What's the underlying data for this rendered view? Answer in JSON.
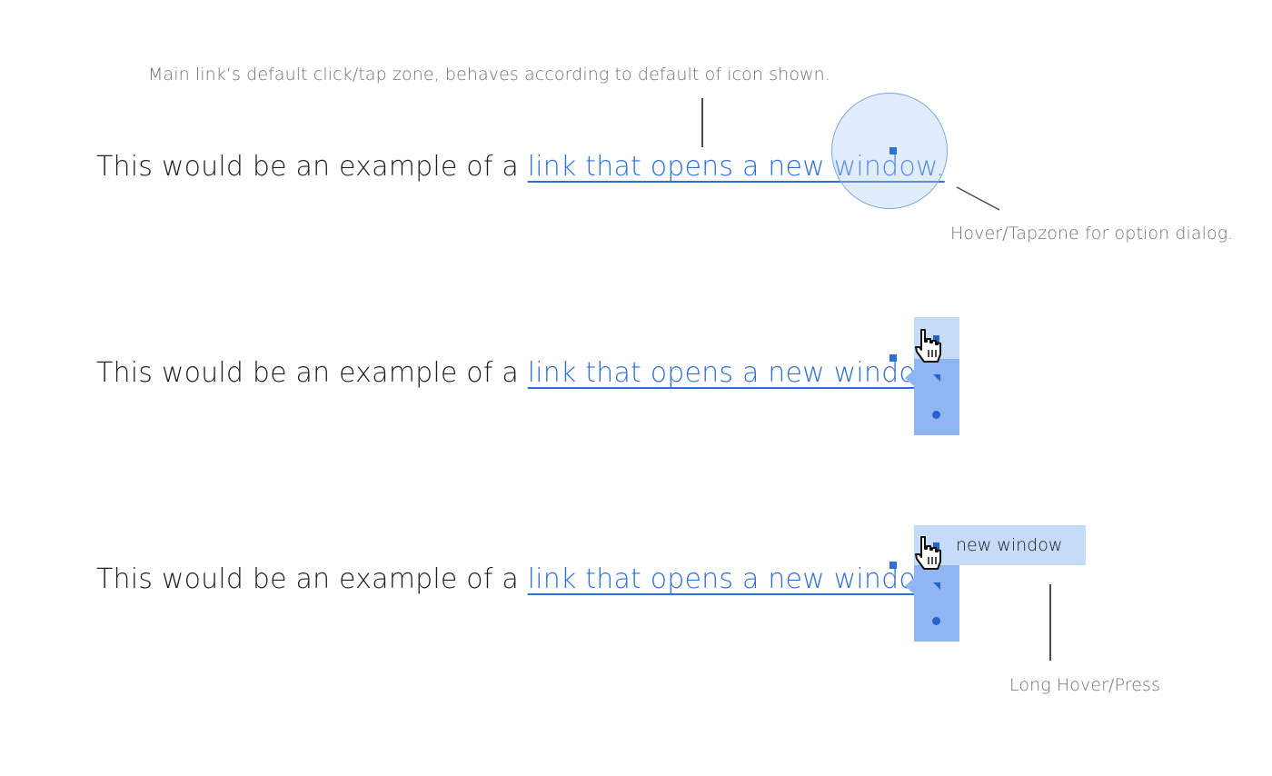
{
  "annotations": {
    "main_link_zone": "Main link’s default click/tap zone, behaves according to default of icon shown.",
    "hover_tapzone": "Hover/Tapzone for option dialog.",
    "long_hover": "Long Hover/Press"
  },
  "examples": [
    {
      "text_before": "This would be an example of a ",
      "link_text": "link that opens a new window."
    },
    {
      "text_before": "This would be an example of a ",
      "link_text": "link that opens a new window."
    },
    {
      "text_before": "This would be an example of a ",
      "link_text": "link that opens a new window."
    }
  ],
  "tooltip": {
    "label": "new window"
  },
  "icons": {
    "link_marker": "square-marker-icon",
    "open_new_window": "square-icon",
    "open_same_tab": "triangle-icon",
    "open_other": "dot-icon",
    "cursor": "hand-pointer-icon"
  },
  "colors": {
    "link": "#2f6fd8",
    "panel_light": "#c6dbf8",
    "panel_mid": "#8fb6f2",
    "icon": "#2a62cc",
    "text": "#1f1f1f",
    "annotation": "#6e7378"
  }
}
